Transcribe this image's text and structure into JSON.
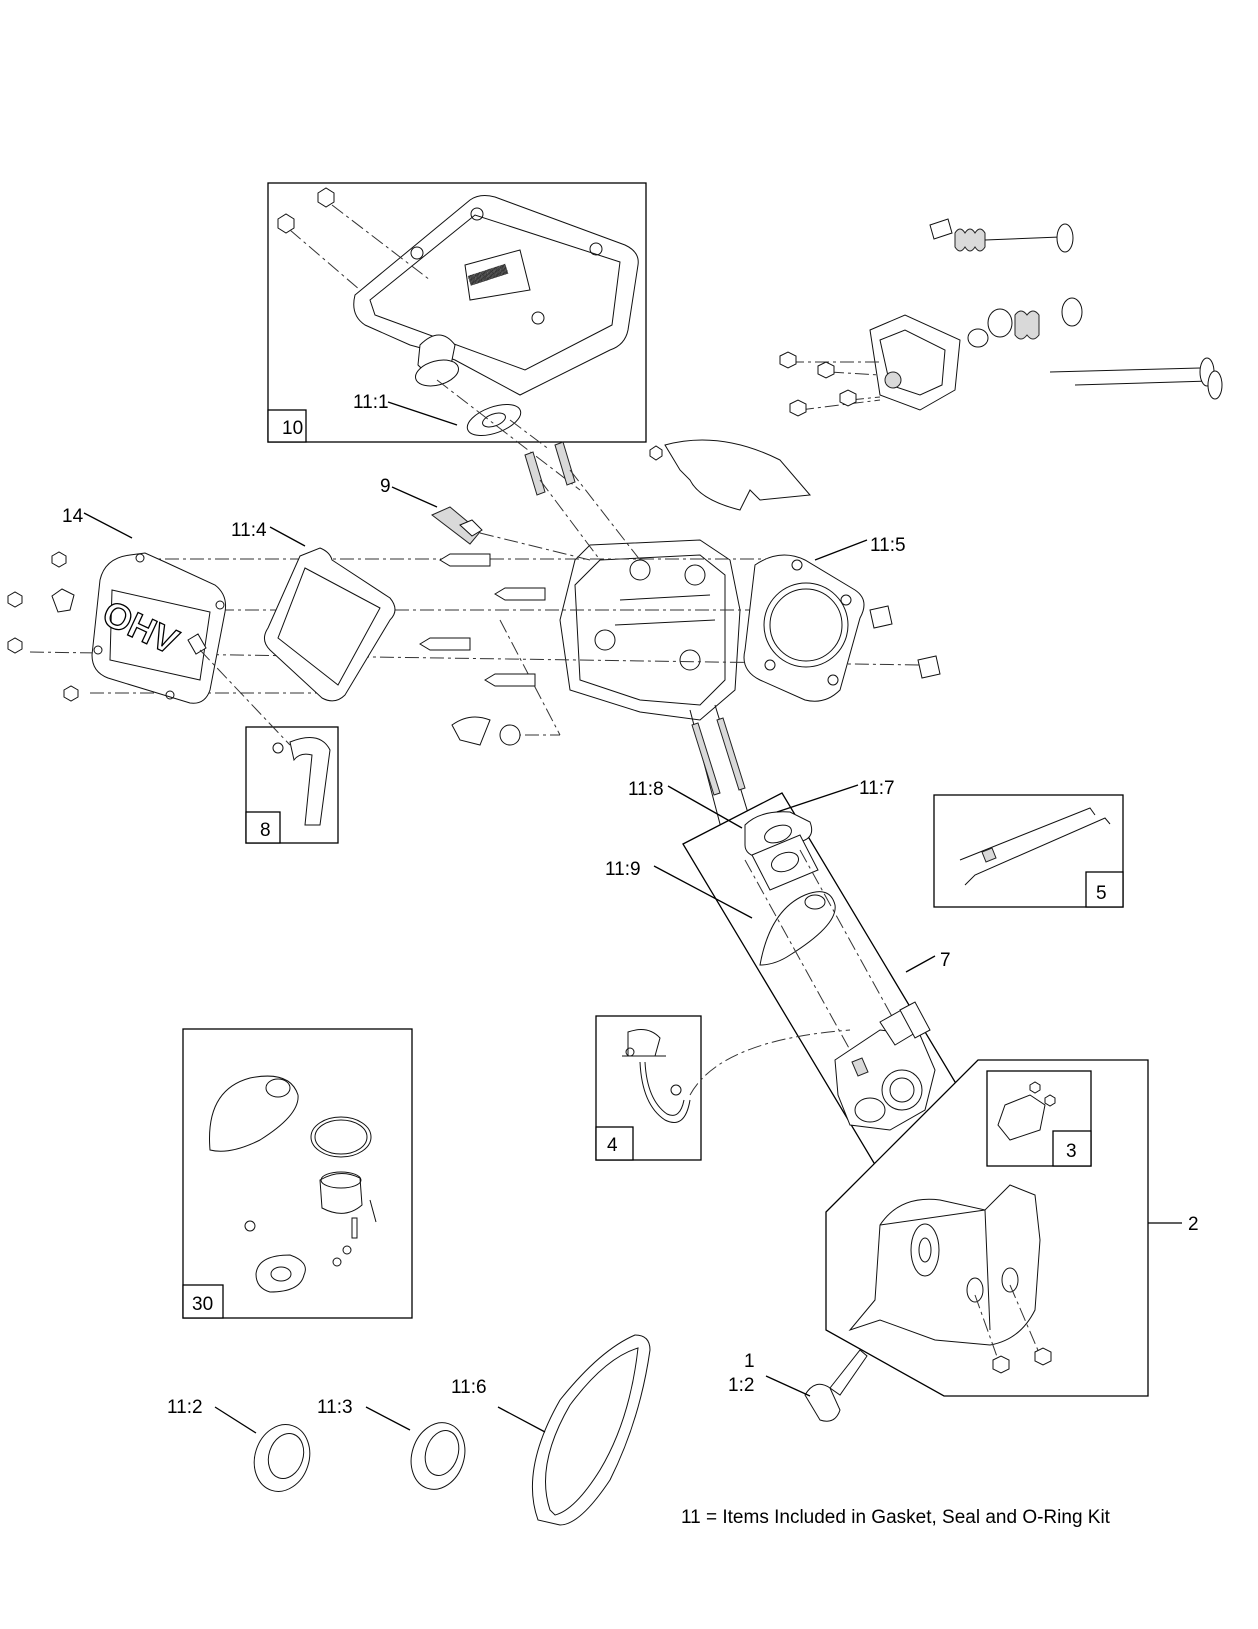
{
  "diagram": {
    "callouts": {
      "c1": "1",
      "c1_2": "1:2",
      "c2": "2",
      "c3": "3",
      "c4": "4",
      "c5": "5",
      "c7": "7",
      "c8": "8",
      "c9": "9",
      "c10": "10",
      "c11_1": "11:1",
      "c11_2": "11:2",
      "c11_3": "11:3",
      "c11_4": "11:4",
      "c11_5": "11:5",
      "c11_6": "11:6",
      "c11_7": "11:7",
      "c11_8": "11:8",
      "c11_9": "11:9",
      "c14": "14",
      "c30": "30"
    },
    "valve_cover_text": "OHV",
    "footnote": "11 = Items Included in Gasket, Seal and O-Ring Kit"
  }
}
